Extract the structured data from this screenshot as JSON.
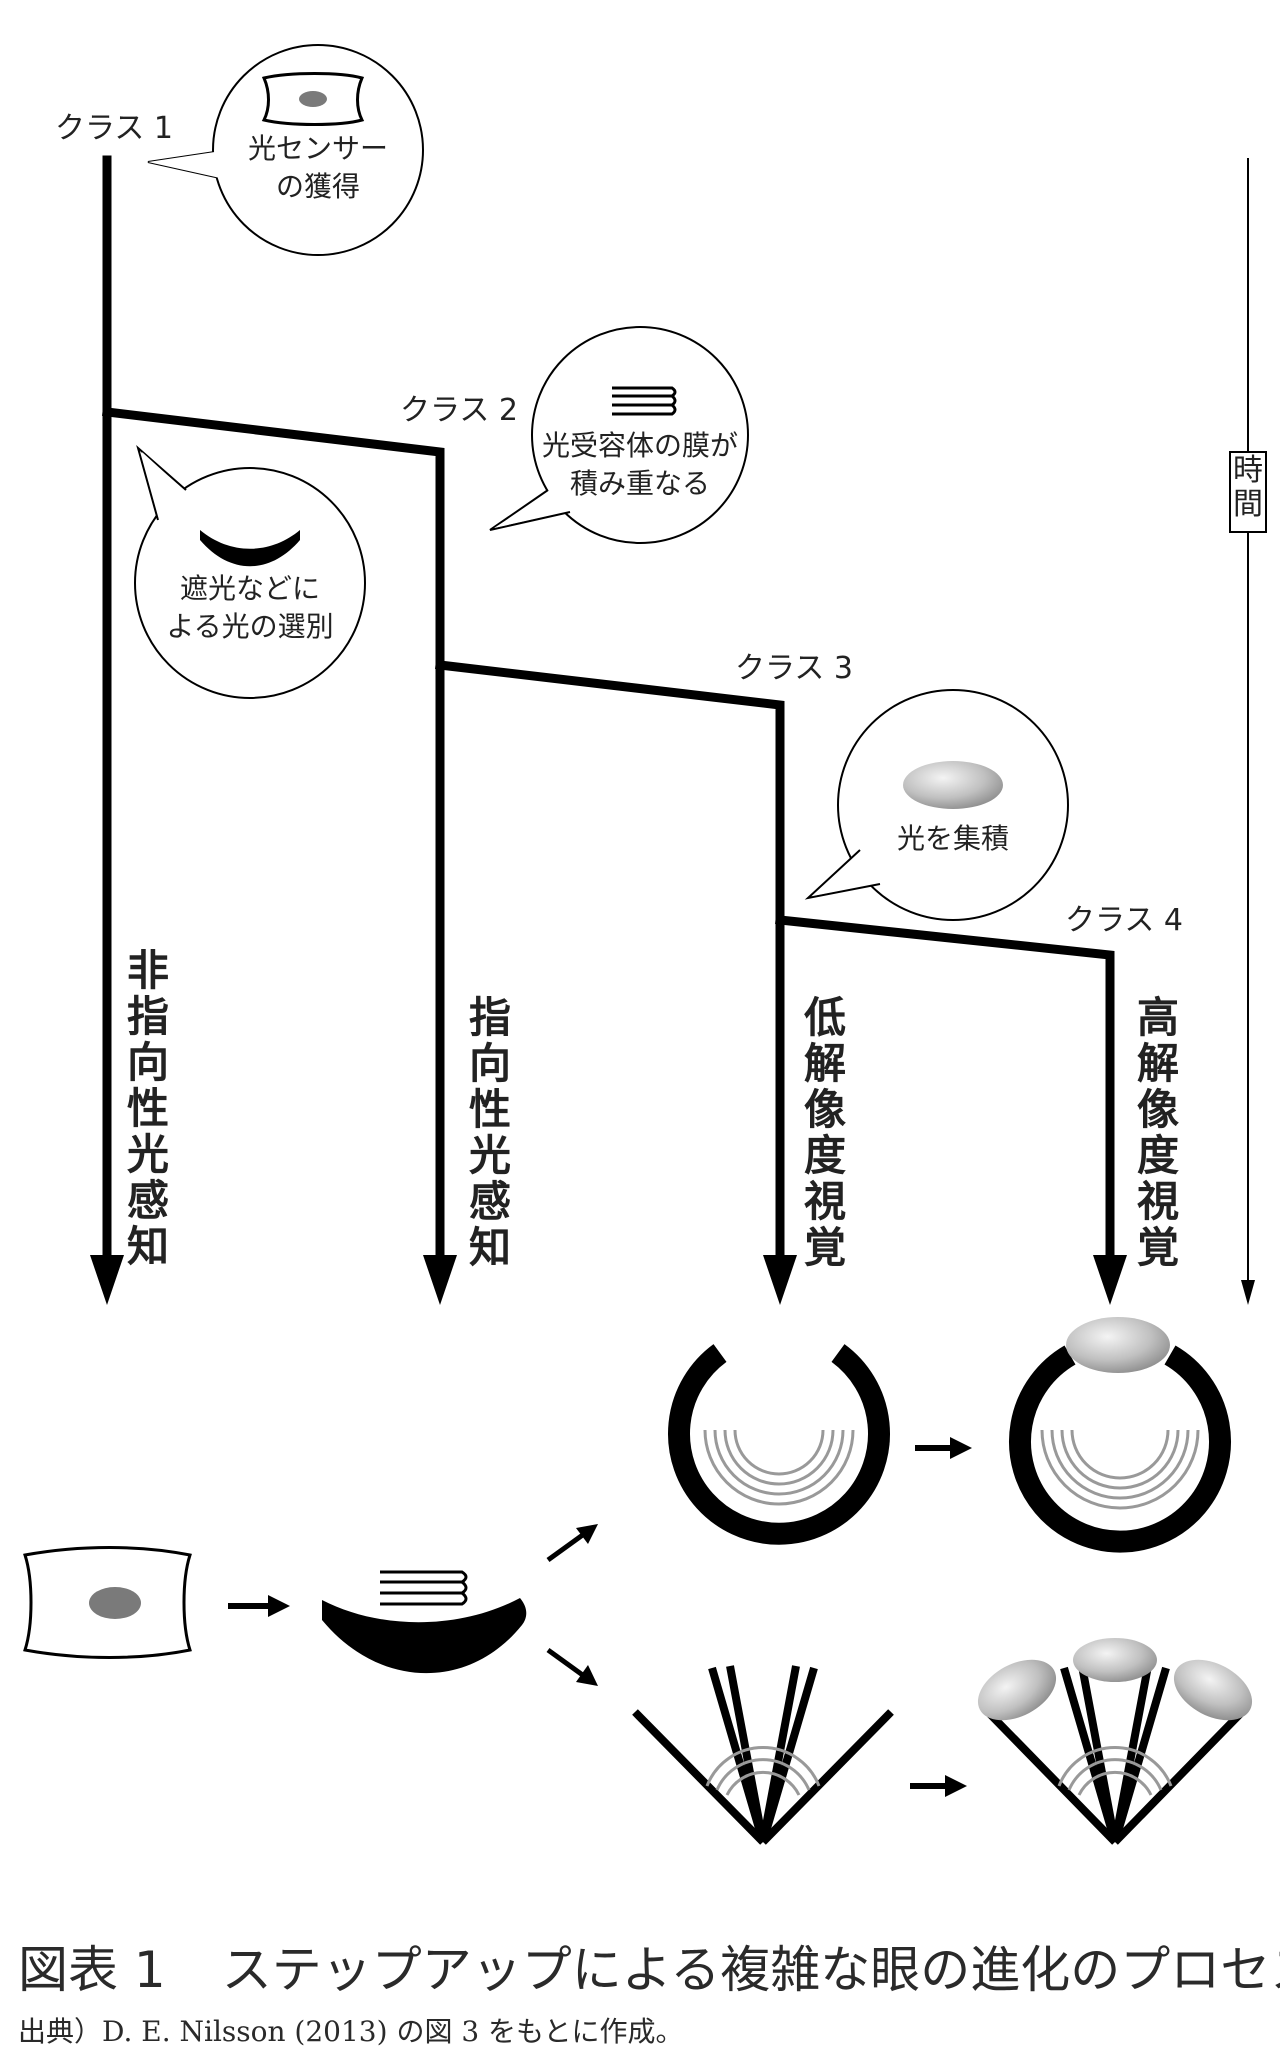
{
  "classes": {
    "c1": "クラス 1",
    "c2": "クラス 2",
    "c3": "クラス 3",
    "c4": "クラス 4"
  },
  "bubbles": {
    "b1": [
      "光センサー",
      "の獲得"
    ],
    "b2": [
      "遮光などに",
      "よる光の選別"
    ],
    "b3": [
      "光受容体の膜が",
      "積み重なる"
    ],
    "b4": [
      "光を集積"
    ]
  },
  "branches": {
    "nondirectional": "非指向性光感知",
    "directional": "指向性光感知",
    "low_res": "低解像度視覚",
    "high_res": "高解像度視覚"
  },
  "time_label": "時間",
  "caption": {
    "number": "図表 1",
    "title": "ステップアップによる複雑な眼の進化のプロセス"
  },
  "source": "出典）D. E. Nilsson (2013) の図 3 をもとに作成。",
  "colors": {
    "line": "#000000",
    "lens_gray": "#b8b8b8",
    "nucleus_gray": "#7a7a7a",
    "membrane_gray": "#8a8a8a"
  }
}
